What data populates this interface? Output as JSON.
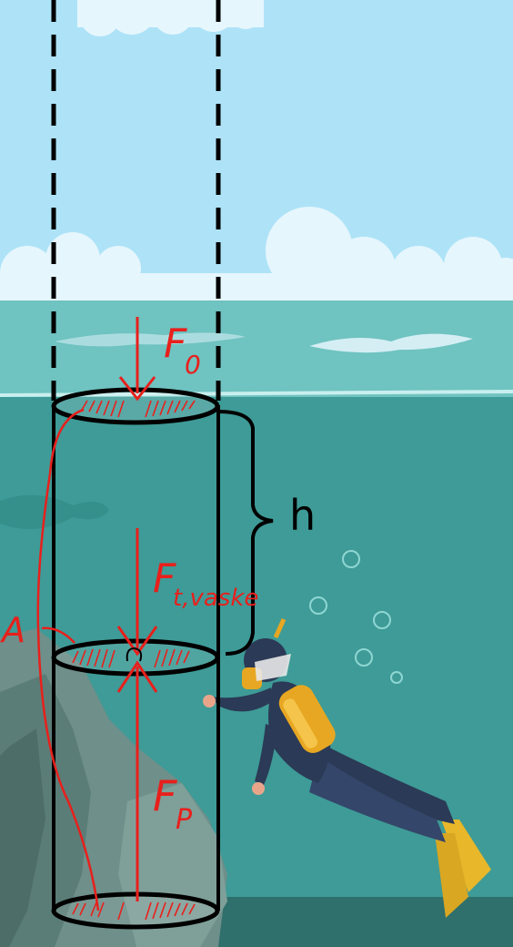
{
  "labels": {
    "top_force": "F",
    "top_force_sub": "0",
    "water_force": "F",
    "water_force_sub": "t,vaske",
    "bottom_force": "F",
    "bottom_force_sub": "P",
    "height": "h",
    "area": "A"
  },
  "colors": {
    "sky": "#aee3f7",
    "cloud": "#ffffff",
    "water_surface": "#6fc3c0",
    "water_deep": "#3e9b97",
    "sea_floor": "#2f6f6c",
    "rock": "#6e8f8a",
    "annotation_red": "#e8201c",
    "outline": "#000000",
    "diver_suit": "#2b3a56",
    "diver_tank": "#e8a722",
    "diver_fins": "#e8b72a"
  }
}
